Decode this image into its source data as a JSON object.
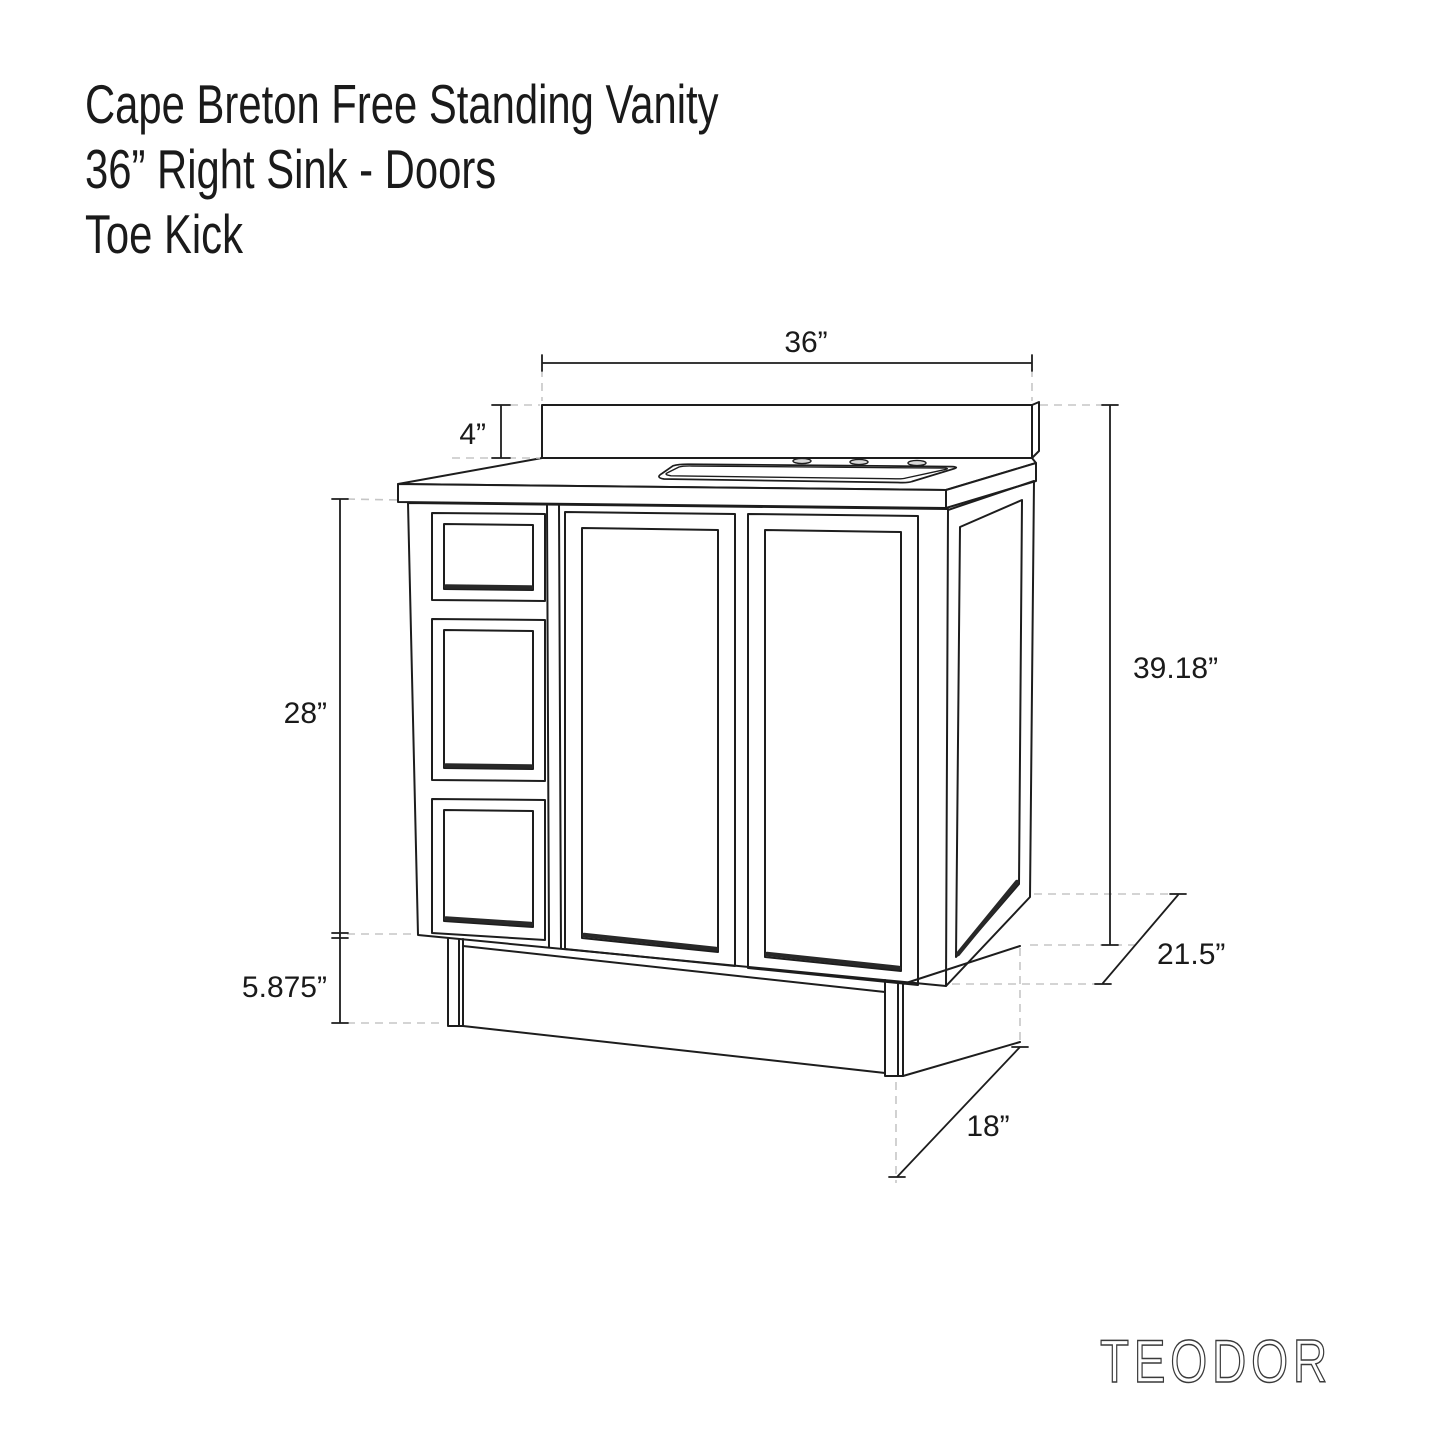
{
  "title": {
    "line1": "Cape Breton Free Standing Vanity",
    "line2": "36” Right Sink - Doors",
    "line3": "Toe Kick"
  },
  "drawing": {
    "subject": "bathroom vanity cabinet, 3/4 perspective line drawing",
    "features": [
      "backsplash",
      "countertop",
      "right offset sink",
      "3 faucet holes",
      "3 left drawers",
      "2 doors",
      "right side panel",
      "toe kick with legs"
    ]
  },
  "dimensions": {
    "width": "36”",
    "backsplash_height": "4”",
    "cabinet_height": "28”",
    "toe_kick_height": "5.875”",
    "total_height": "39.18”",
    "depth": "21.5”",
    "toe_kick_depth": "18”"
  },
  "brand": "TEODOR",
  "colors": {
    "background": "#ffffff",
    "line": "#1d1d1d",
    "dashed_guide": "#c6c6c6",
    "text": "#1a1a1a",
    "brand": "#3a3a3a"
  }
}
